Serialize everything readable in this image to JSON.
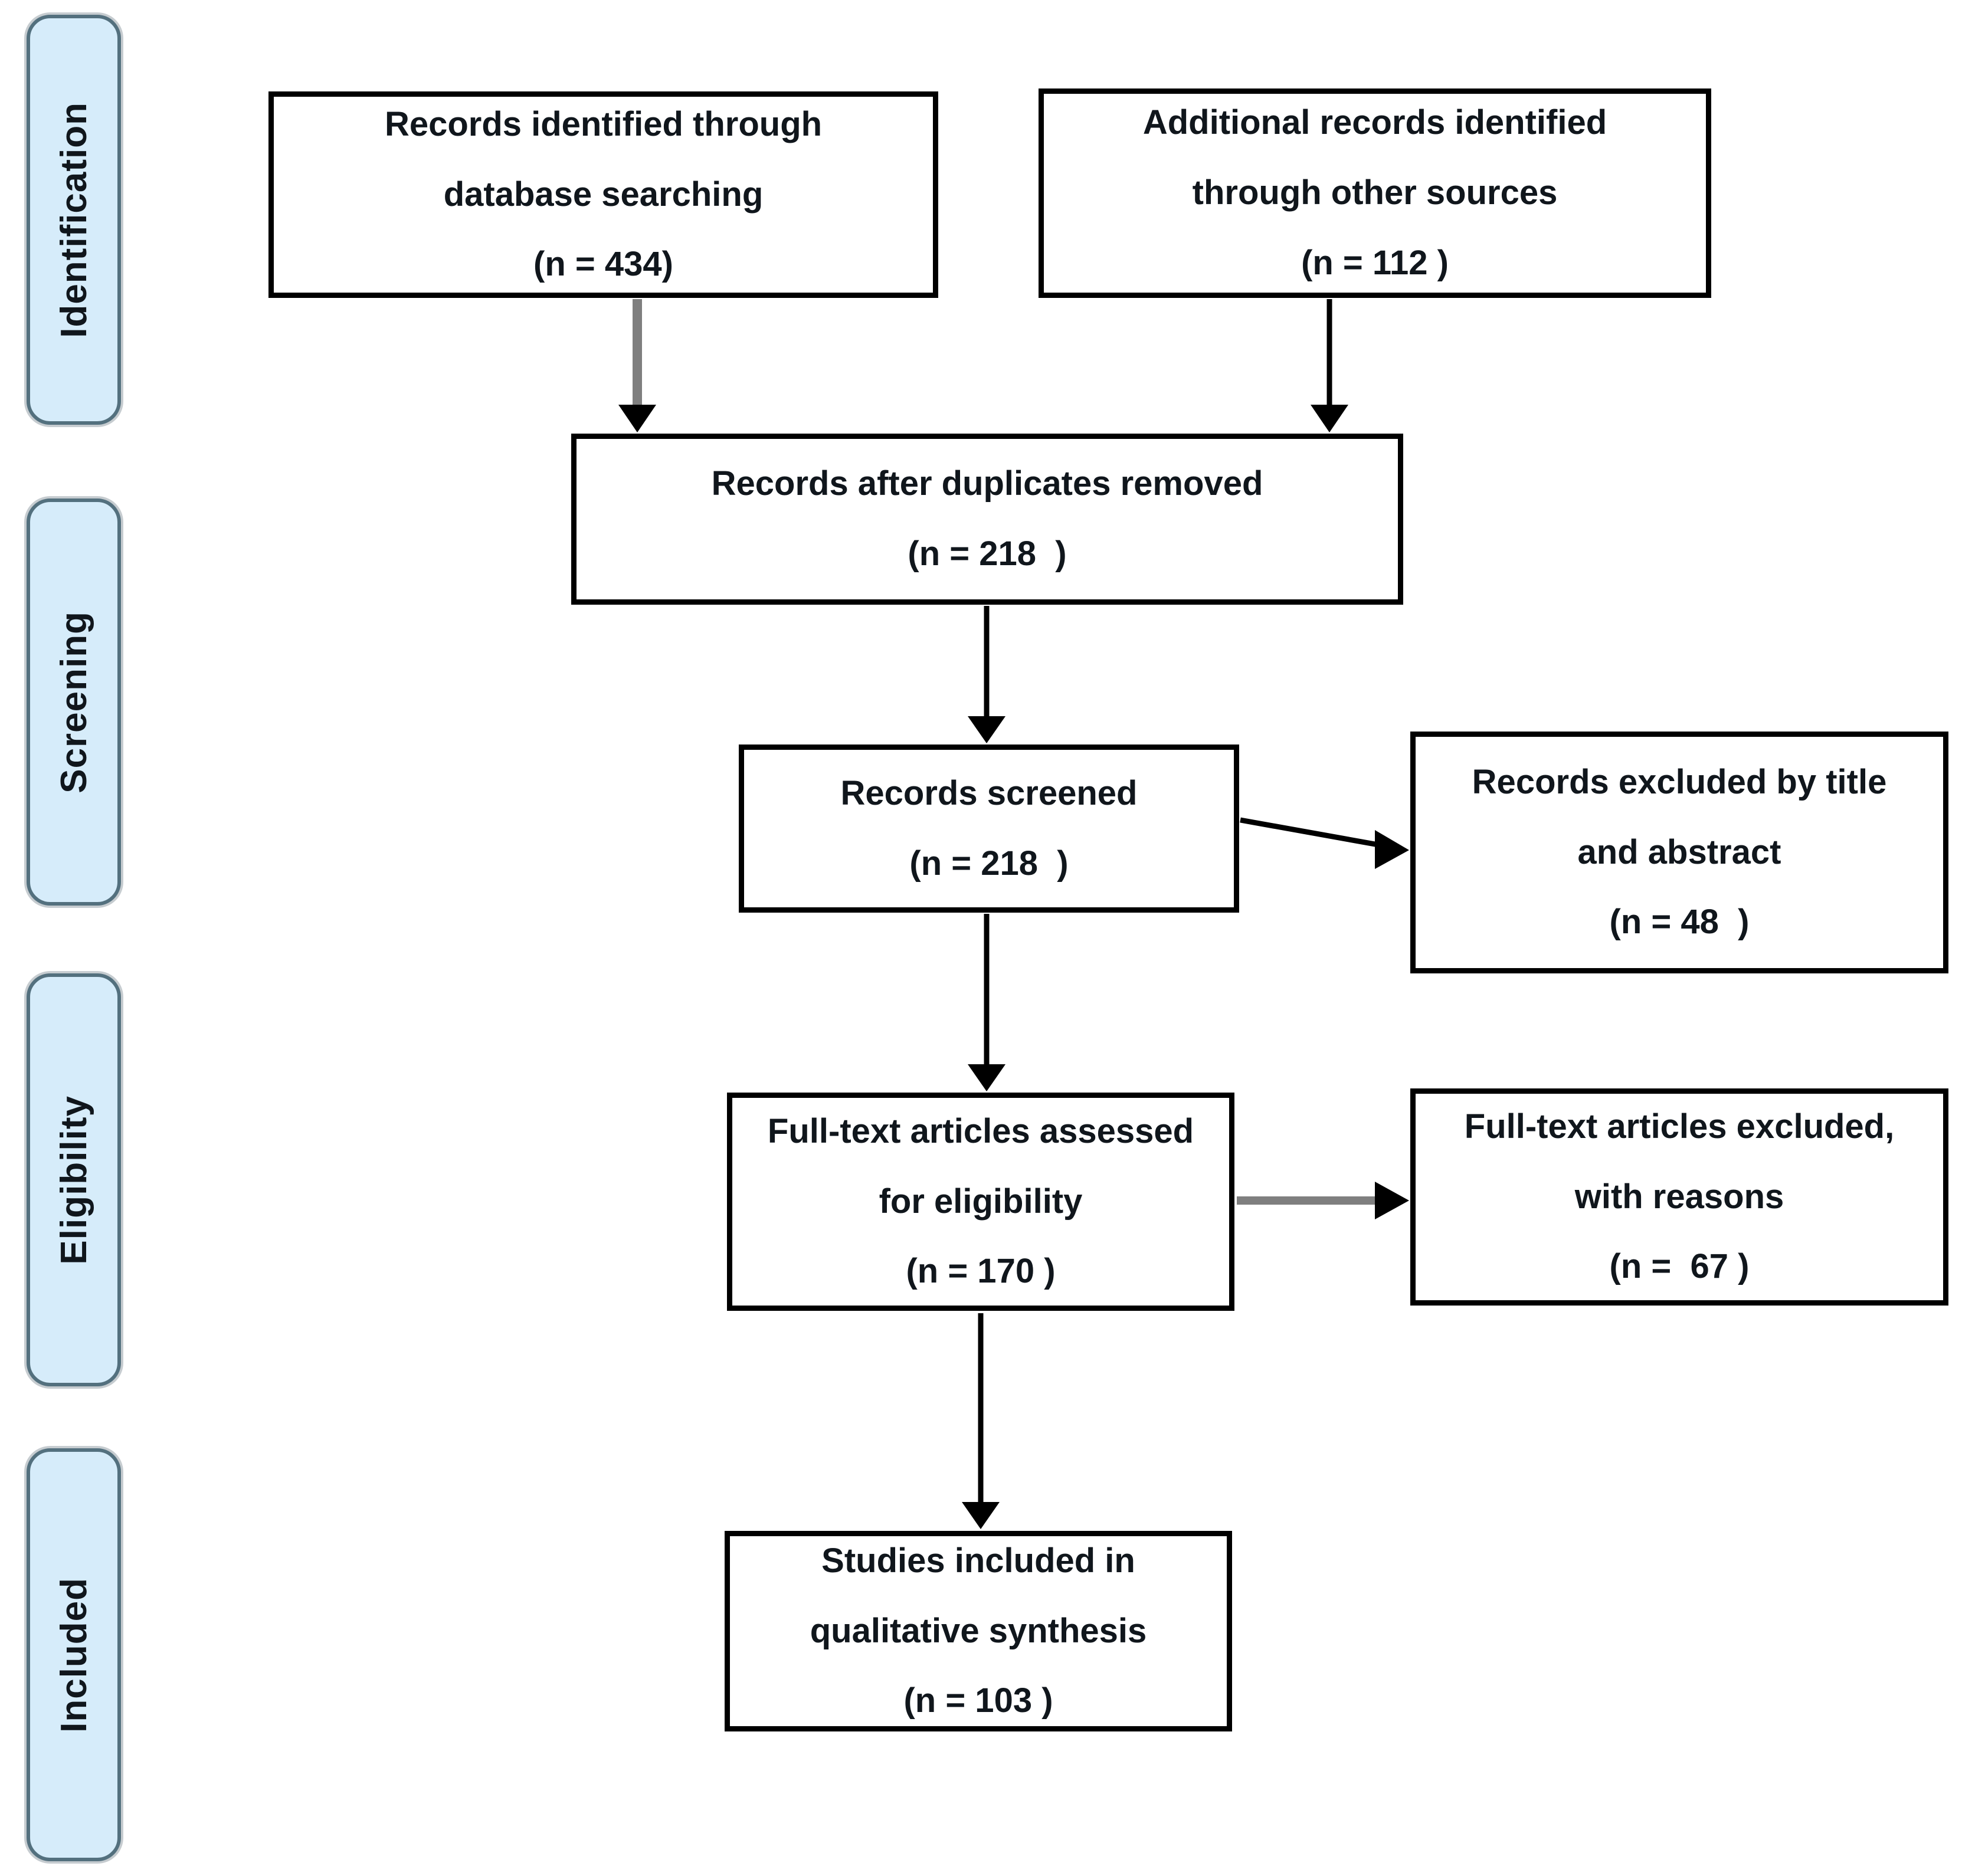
{
  "sidebar": {
    "stages": [
      {
        "label": "Identification"
      },
      {
        "label": "Screening"
      },
      {
        "label": "Eligibility"
      },
      {
        "label": "Included"
      }
    ]
  },
  "boxes": {
    "identified": {
      "lines": [
        "Records identified through",
        "database searching",
        "(n = 434)"
      ]
    },
    "additional": {
      "lines": [
        "Additional records identified",
        "through other sources",
        "(n = 112 )"
      ]
    },
    "deduplicated": {
      "lines": [
        "Records after duplicates removed",
        "(n = 218  )"
      ]
    },
    "screened": {
      "lines": [
        "Records screened",
        "(n = 218  )"
      ]
    },
    "excluded_title_abstract": {
      "lines": [
        "Records excluded by title",
        "and abstract",
        "(n = 48  )"
      ]
    },
    "fulltext_assessed": {
      "lines": [
        "Full-text articles assessed",
        "for eligibility",
        "(n = 170 )"
      ]
    },
    "fulltext_excluded": {
      "lines": [
        "Full-text articles excluded,",
        "with reasons",
        "(n =  67 )"
      ]
    },
    "included_qualitative": {
      "lines": [
        "Studies included in",
        "qualitative synthesis",
        "(n = 103 )"
      ]
    }
  },
  "colors": {
    "stage_fill": "#d6ecfa",
    "stage_border": "#53707e",
    "box_border": "#000000",
    "text": "#10161c",
    "arrow_gray": "#7f7f7f",
    "arrow_black": "#000000"
  }
}
